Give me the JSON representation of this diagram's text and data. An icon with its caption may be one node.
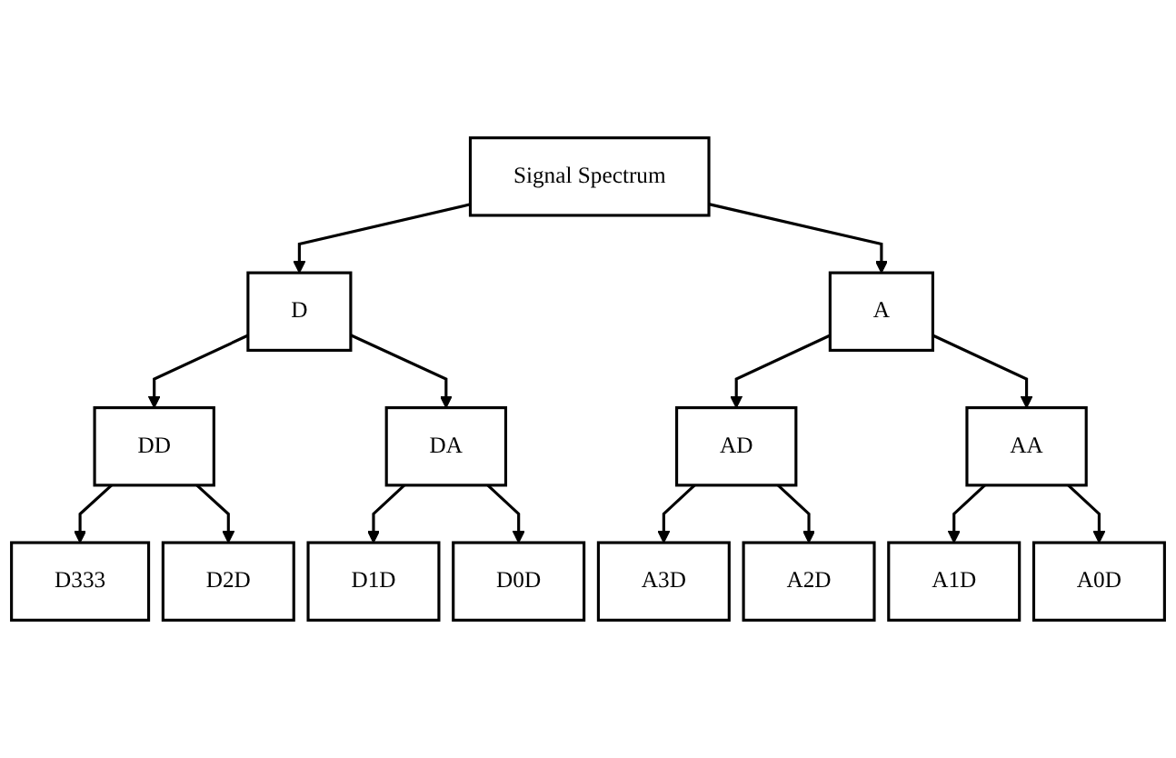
{
  "diagram": {
    "nodes": [
      {
        "text": [
          "Signal Spectrum"
        ]
      },
      {
        "text": [
          "D"
        ]
      },
      {
        "text": [
          "A"
        ]
      },
      {
        "text": [
          "DD"
        ]
      },
      {
        "text": [
          "DA"
        ]
      },
      {
        "text": [
          "AD"
        ]
      },
      {
        "text": [
          "AA"
        ]
      },
      {
        "text": [
          "D333"
        ]
      },
      {
        "text": [
          "D2D"
        ]
      },
      {
        "text": [
          "D1D"
        ]
      },
      {
        "text": [
          "D0D"
        ]
      },
      {
        "text": [
          "A3D"
        ]
      },
      {
        "text": [
          "A2D"
        ]
      },
      {
        "text": [
          "A1D"
        ]
      },
      {
        "text": [
          "A0D"
        ]
      }
    ],
    "edges": [
      {
        "from": 0,
        "to": 1,
        "arrow": "to"
      },
      {
        "from": 0,
        "to": 2,
        "arrow": "to"
      },
      {
        "from": 1,
        "to": 3,
        "arrow": "to"
      },
      {
        "from": 1,
        "to": 4,
        "arrow": "to"
      },
      {
        "from": 2,
        "to": 5,
        "arrow": "to"
      },
      {
        "from": 2,
        "to": 6,
        "arrow": "to"
      },
      {
        "from": 3,
        "to": 7,
        "arrow": "to"
      },
      {
        "from": 3,
        "to": 8,
        "arrow": "to"
      },
      {
        "from": 4,
        "to": 9,
        "arrow": "to"
      },
      {
        "from": 4,
        "to": 10,
        "arrow": "to"
      },
      {
        "from": 5,
        "to": 11,
        "arrow": "to"
      },
      {
        "from": 5,
        "to": 12,
        "arrow": "to"
      },
      {
        "from": 6,
        "to": 13,
        "arrow": "to"
      },
      {
        "from": 6,
        "to": 14,
        "arrow": "to"
      }
    ]
  }
}
